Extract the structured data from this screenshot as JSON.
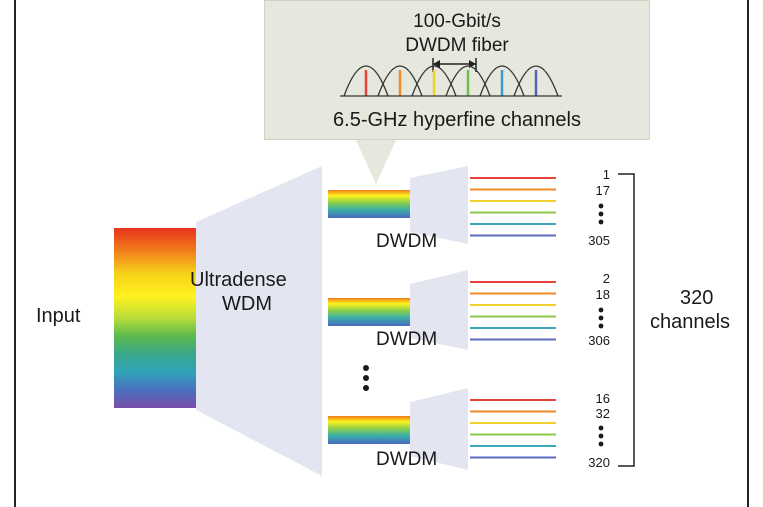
{
  "callout": {
    "title": "100-Gbit/s",
    "subtitle": "DWDM fiber",
    "footer": "6.5-GHz hyperfine channels"
  },
  "labels": {
    "input": "Input",
    "ultradense_line1": "Ultradense",
    "ultradense_line2": "WDM",
    "dwdm": "DWDM",
    "total_line1": "320",
    "total_line2": "channels"
  },
  "groups": [
    {
      "numbers": [
        "1",
        "17",
        "305"
      ]
    },
    {
      "numbers": [
        "2",
        "18",
        "306"
      ]
    },
    {
      "numbers": [
        "16",
        "32",
        "320"
      ]
    }
  ],
  "colors": {
    "spectrum": [
      "#e8331f",
      "#f07a1a",
      "#f6c51a",
      "#fff21e",
      "#c9e23a",
      "#6fc04a",
      "#3bab6a",
      "#2fa3a8",
      "#3b7fc4",
      "#5a5fb8",
      "#7a4ea8"
    ],
    "channel_lines": [
      "#e5443a",
      "#f08a2a",
      "#f0d030",
      "#8cc84a",
      "#3aa8b8",
      "#5a6ac0"
    ],
    "callout_peaks": [
      "#e5443a",
      "#f08a2a",
      "#f0d030",
      "#6fc04a",
      "#3a9ad0",
      "#5a5fb8"
    ],
    "block_fill": "#e3e6f0",
    "callout_fill": "#e6e8dd"
  }
}
